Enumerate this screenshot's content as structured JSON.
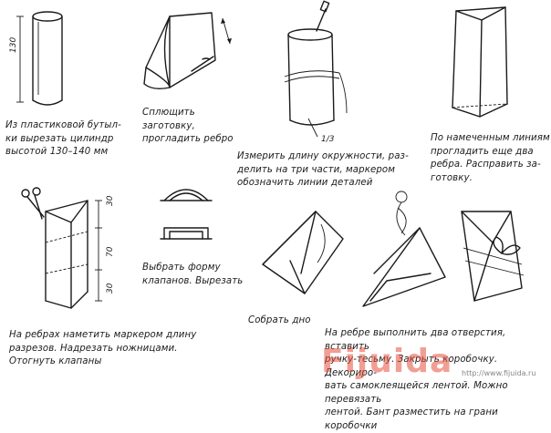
{
  "steps": [
    {
      "caption": "Из пластиковой бутыл-\nки вырезать цилиндр\nвысотой 130–140 мм",
      "dim_label": "130"
    },
    {
      "caption": "Сплющить\nзаготовку,\nпрогладить ребро"
    },
    {
      "caption": "Измерить длину окружности, раз-\nделить на три части, маркером\nобозначить линии деталей",
      "fraction_label": "1/3"
    },
    {
      "caption": "По намеченным линиям\nпрогладить еще два\nребра. Расправить за-\nготовку."
    },
    {
      "caption": "На ребрах наметить маркером длину\nразрезов. Надрезать ножницами.\nОтогнуть клапаны",
      "dim_labels": [
        "30",
        "70",
        "30"
      ]
    },
    {
      "caption": "Выбрать форму\nклапанов. Вырезать"
    },
    {
      "caption": "Собрать дно"
    },
    {
      "caption": "На ребре выполнить два отверстия, вставить\nручку-тесьму. Закрыть коробочку. Декориро-\nвать самоклеящейся лентой. Можно перевязать\nлентой. Бант разместить на грани коробочки"
    }
  ],
  "watermark": {
    "brand": "Fijuida",
    "url": "http://www.fijuida.ru"
  },
  "colors": {
    "ink": "#1a1a1a",
    "background": "#ffffff",
    "watermark": "#e6503c"
  }
}
